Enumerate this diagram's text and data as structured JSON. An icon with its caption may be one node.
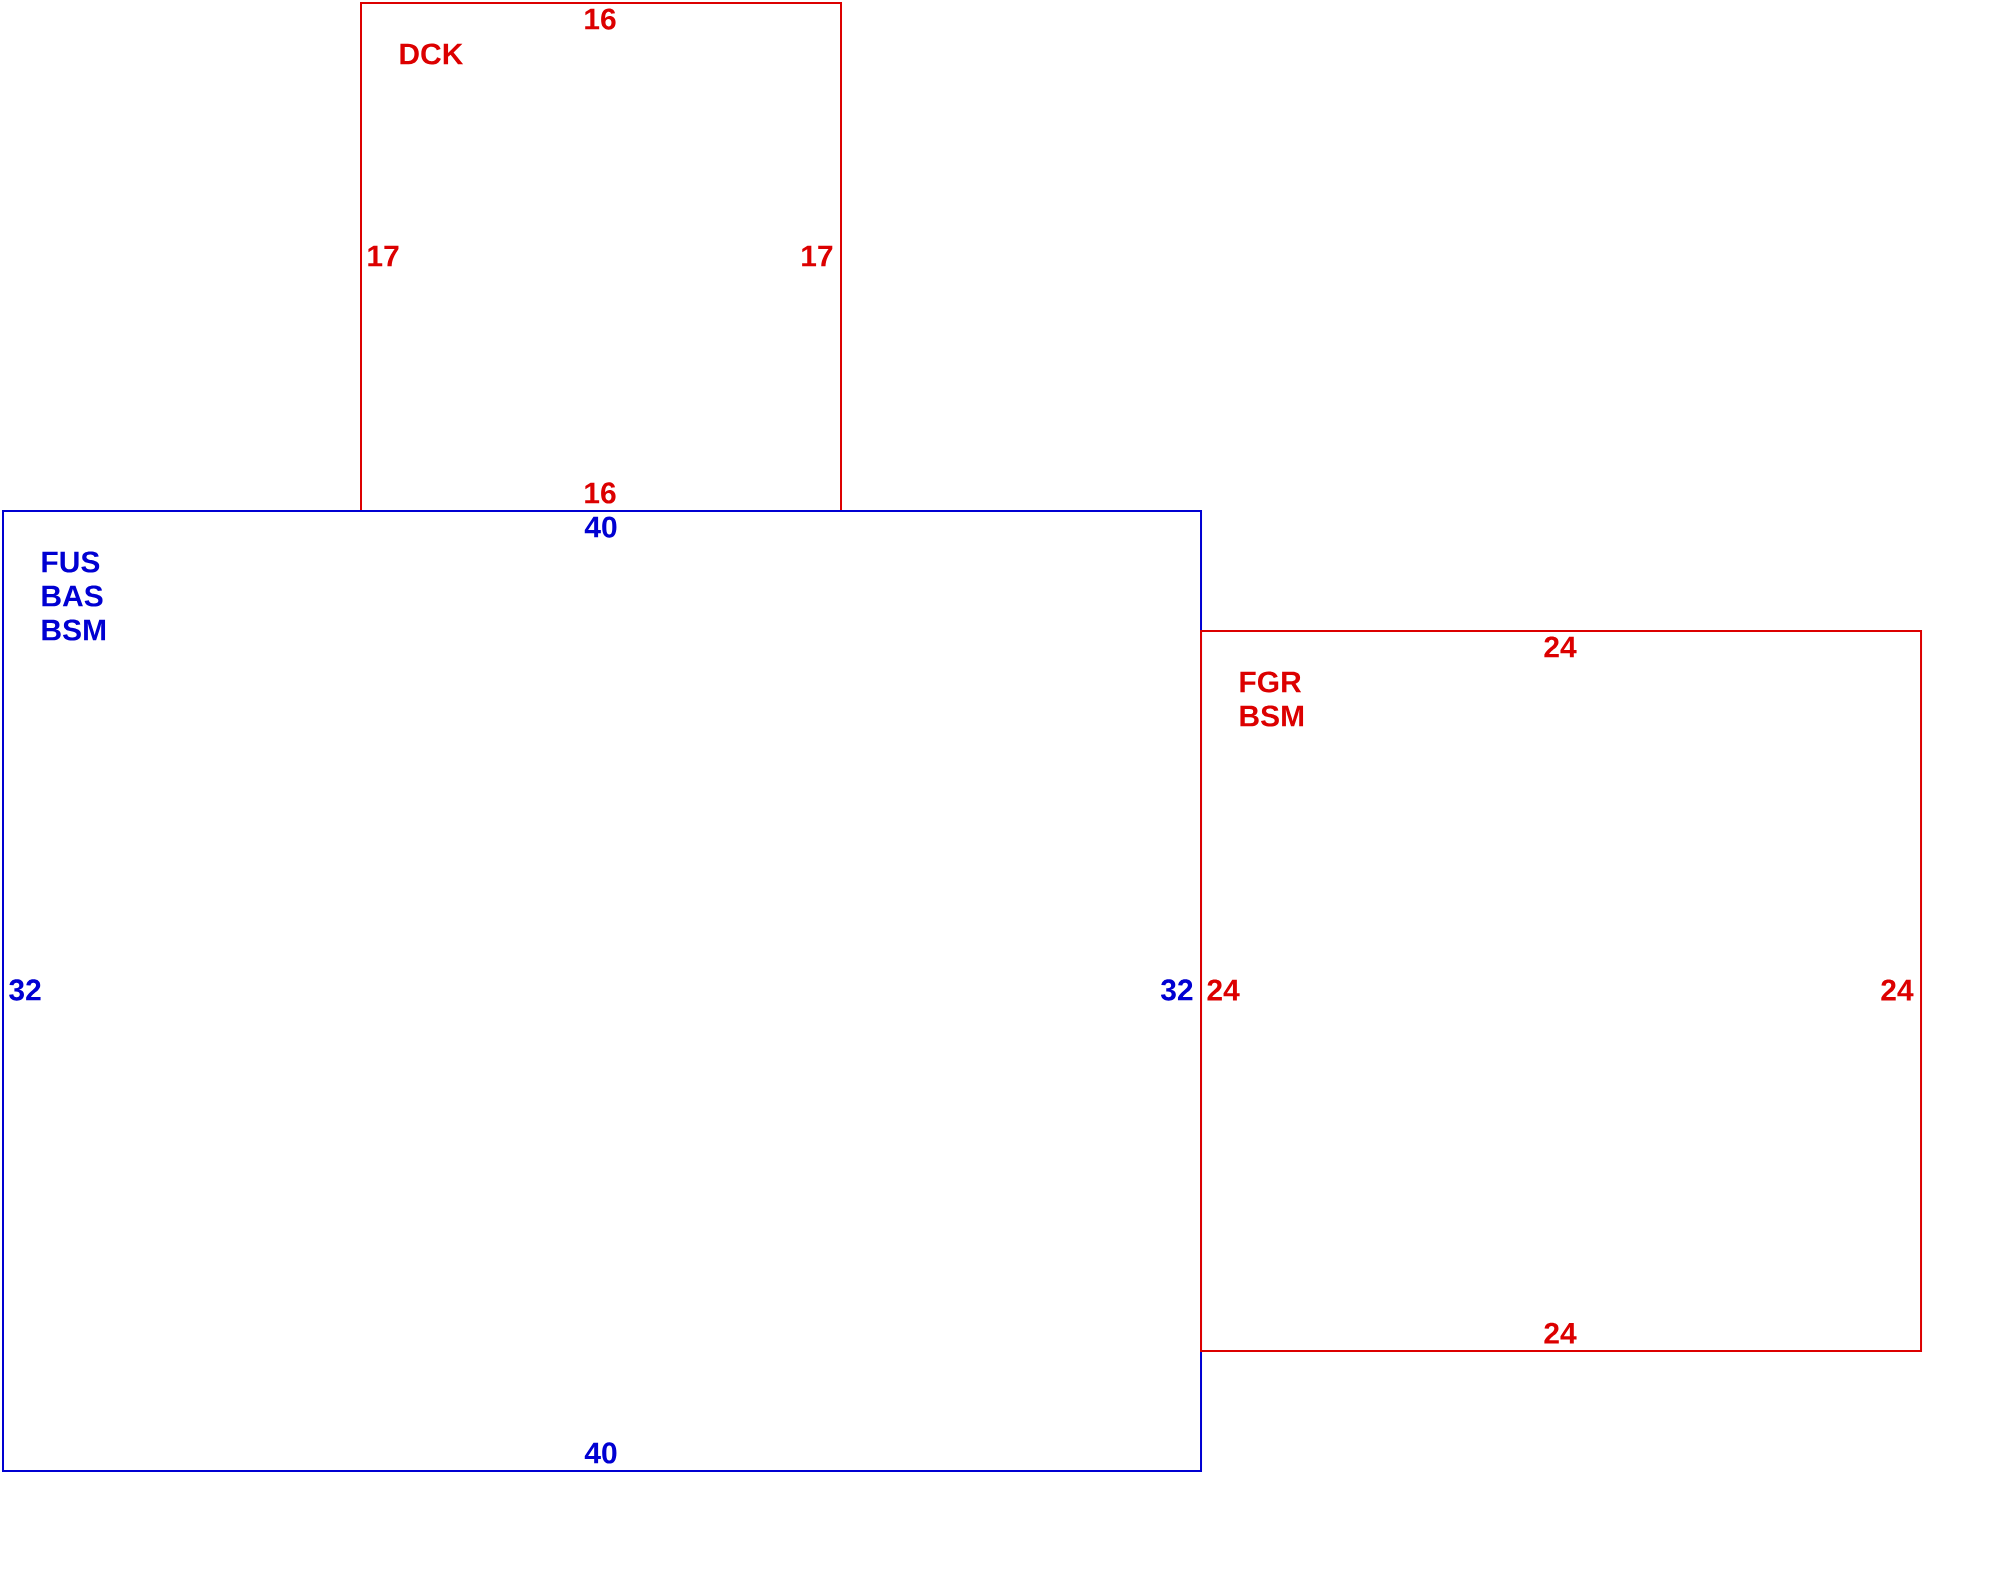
{
  "diagram": {
    "nodes": [
      {
        "text": [
          "DCK",
          "16",
          "17",
          "17",
          "16"
        ]
      },
      {
        "text": [
          "FUS",
          "BAS",
          "BSM",
          "40",
          "32",
          "32",
          "40"
        ]
      },
      {
        "text": [
          "FGR",
          "BSM",
          "24",
          "24",
          "24",
          "24"
        ]
      }
    ],
    "edges": []
  }
}
